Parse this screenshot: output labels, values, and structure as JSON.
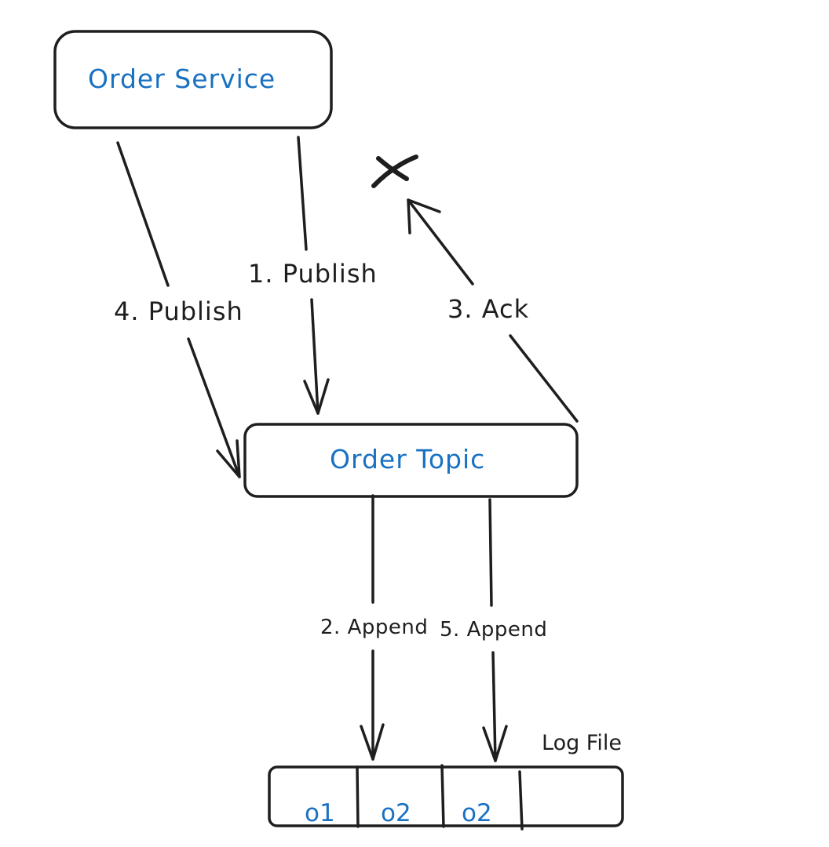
{
  "nodes": {
    "order_service": {
      "label": "Order Service"
    },
    "order_topic": {
      "label": "Order Topic"
    },
    "log_file": {
      "caption": "Log File",
      "cells": [
        "o1",
        "o2",
        "o2",
        ""
      ]
    }
  },
  "edges": {
    "publish_1": {
      "label": "1. Publish"
    },
    "append_2": {
      "label": "2. Append"
    },
    "ack_3": {
      "label": "3. Ack"
    },
    "publish_4": {
      "label": "4. Publish"
    },
    "append_5": {
      "label": "5. Append"
    }
  },
  "colors": {
    "stroke": "#1e1e1e",
    "node_text": "#1971c2",
    "background": "#ffffff"
  }
}
